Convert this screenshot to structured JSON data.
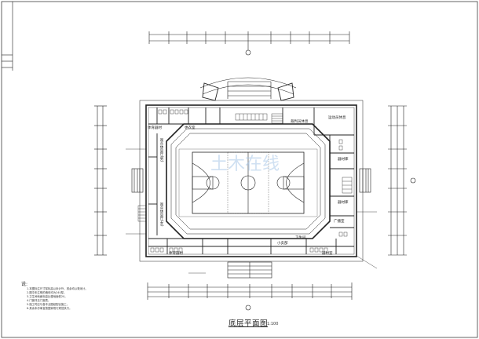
{
  "drawing": {
    "title": "底层平面图",
    "scale": "1:100",
    "notes_heading": "说:",
    "notes": [
      "1.本图标注尺寸除标高以米计外，其余均以毫米计。",
      "2.图中未注明的墙体均为240厚。",
      "3.卫生间地面标高比楼地面低20。",
      "4.门窗详见门窗表。",
      "5.施工时应与各专业图纸配合施工。",
      "6.其余未尽事宜按国家现行规范执行。"
    ],
    "rooms": {
      "top_left": "体育器材",
      "top_mid": "更衣室",
      "top_right_1": "裁判员休息",
      "top_right_2": "运动员休息",
      "right_1": "器材库",
      "right_2": "器材库",
      "right_3": "广播室",
      "left_side": "观众休息厅(男)",
      "left_side_2": "观众休息厅(女)",
      "bottom_left": "体育器材",
      "bottom_mid": "小卖部",
      "bottom_right": "卫生间",
      "bottom_right_2": "器材室"
    },
    "watermark": "土木在线",
    "colors": {
      "line": "#222222",
      "background": "#ffffff"
    }
  }
}
